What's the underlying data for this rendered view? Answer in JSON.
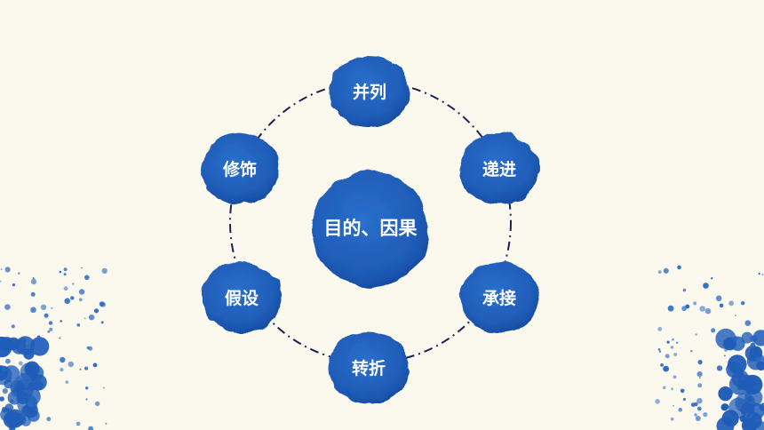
{
  "diagram": {
    "center": {
      "label": "目的、因果"
    },
    "nodes": [
      {
        "id": "top",
        "label": "并列"
      },
      {
        "id": "upper-right",
        "label": "递进"
      },
      {
        "id": "lower-right",
        "label": "承接"
      },
      {
        "id": "bottom",
        "label": "转折"
      },
      {
        "id": "lower-left",
        "label": "假设"
      },
      {
        "id": "upper-left",
        "label": "修饰"
      }
    ]
  },
  "colors": {
    "background": "#fbf8ee",
    "ink_blue": "#1f5db8",
    "ink_blue_dark": "#12479c",
    "connector": "#1a2350",
    "label_text": "#ffffff"
  }
}
